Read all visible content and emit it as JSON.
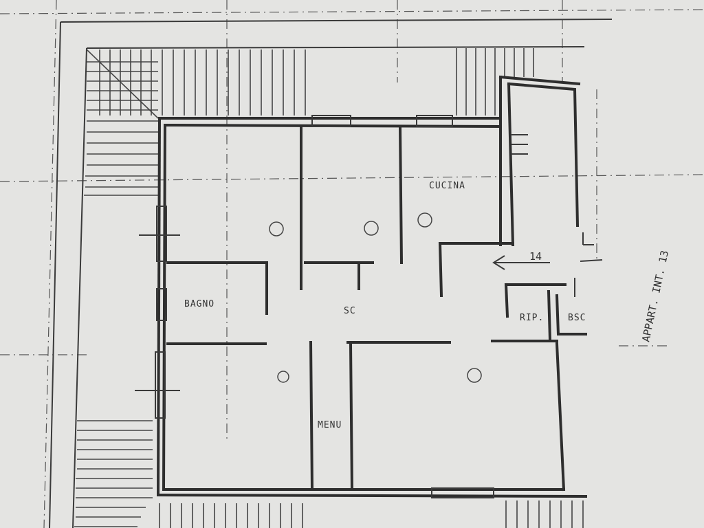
{
  "rooms": {
    "cucina": "CUCINA",
    "bagno": "BAGNO",
    "rip": "RIP.",
    "bagno_small": "BSC",
    "menu": "MENU"
  },
  "entrance": {
    "arrow_number": "14"
  },
  "apartment": {
    "label": "APPART. INT. 13",
    "scala": "SC"
  },
  "colors": {
    "paper": "#e4e4e2",
    "ink": "#2e2e2e"
  }
}
